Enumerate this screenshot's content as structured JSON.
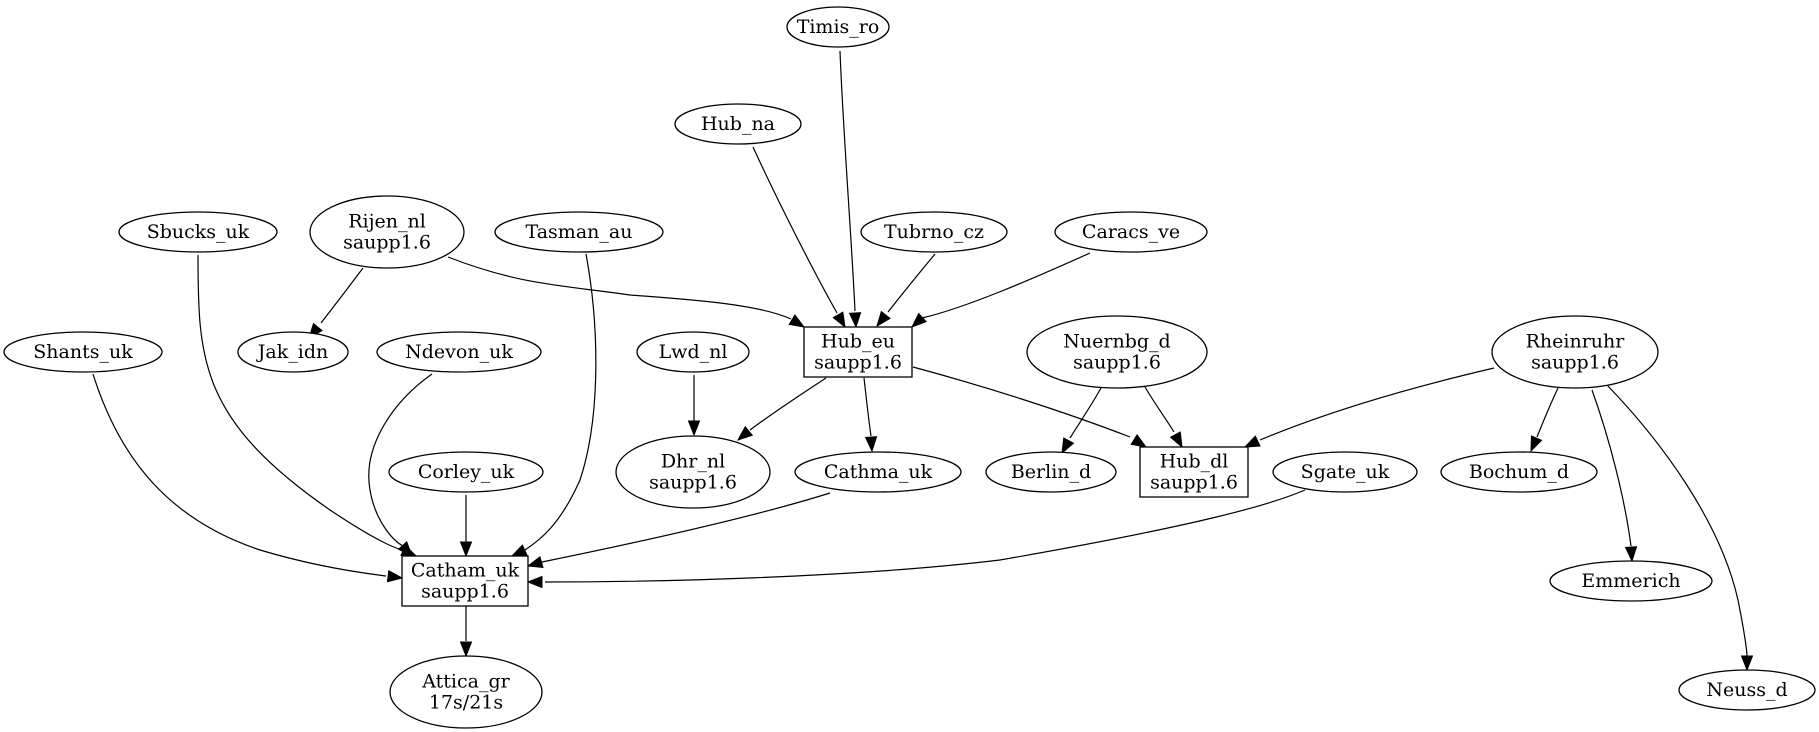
{
  "nodes": {
    "timis_ro": {
      "lines": [
        "Timis_ro"
      ]
    },
    "hub_na": {
      "lines": [
        "Hub_na"
      ]
    },
    "sbucks_uk": {
      "lines": [
        "Sbucks_uk"
      ]
    },
    "rijen_nl": {
      "lines": [
        "Rijen_nl",
        "saupp1.6"
      ]
    },
    "tasman_au": {
      "lines": [
        "Tasman_au"
      ]
    },
    "tubrno_cz": {
      "lines": [
        "Tubrno_cz"
      ]
    },
    "caracs_ve": {
      "lines": [
        "Caracs_ve"
      ]
    },
    "shants_uk": {
      "lines": [
        "Shants_uk"
      ]
    },
    "jak_idn": {
      "lines": [
        "Jak_idn"
      ]
    },
    "ndevon_uk": {
      "lines": [
        "Ndevon_uk"
      ]
    },
    "lwd_nl": {
      "lines": [
        "Lwd_nl"
      ]
    },
    "hub_eu": {
      "lines": [
        "Hub_eu",
        "saupp1.6"
      ]
    },
    "nuernbg_d": {
      "lines": [
        "Nuernbg_d",
        "saupp1.6"
      ]
    },
    "rheinruhr": {
      "lines": [
        "Rheinruhr",
        "saupp1.6"
      ]
    },
    "corley_uk": {
      "lines": [
        "Corley_uk"
      ]
    },
    "dhr_nl": {
      "lines": [
        "Dhr_nl",
        "saupp1.6"
      ]
    },
    "cathma_uk": {
      "lines": [
        "Cathma_uk"
      ]
    },
    "berlin_d": {
      "lines": [
        "Berlin_d"
      ]
    },
    "hub_dl": {
      "lines": [
        "Hub_dl",
        "saupp1.6"
      ]
    },
    "sgate_uk": {
      "lines": [
        "Sgate_uk"
      ]
    },
    "bochum_d": {
      "lines": [
        "Bochum_d"
      ]
    },
    "catham_uk": {
      "lines": [
        "Catham_uk",
        "saupp1.6"
      ]
    },
    "emmerich": {
      "lines": [
        "Emmerich"
      ]
    },
    "attica_gr": {
      "lines": [
        "Attica_gr",
        "17s/21s"
      ]
    },
    "neuss_d": {
      "lines": [
        "Neuss_d"
      ]
    }
  },
  "edges": [
    {
      "from": "timis_ro",
      "to": "hub_eu"
    },
    {
      "from": "hub_na",
      "to": "hub_eu"
    },
    {
      "from": "tubrno_cz",
      "to": "hub_eu"
    },
    {
      "from": "caracs_ve",
      "to": "hub_eu"
    },
    {
      "from": "rijen_nl",
      "to": "hub_eu"
    },
    {
      "from": "rijen_nl",
      "to": "jak_idn"
    },
    {
      "from": "sbucks_uk",
      "to": "catham_uk"
    },
    {
      "from": "tasman_au",
      "to": "catham_uk"
    },
    {
      "from": "shants_uk",
      "to": "catham_uk"
    },
    {
      "from": "ndevon_uk",
      "to": "catham_uk"
    },
    {
      "from": "corley_uk",
      "to": "catham_uk"
    },
    {
      "from": "cathma_uk",
      "to": "catham_uk"
    },
    {
      "from": "sgate_uk",
      "to": "catham_uk"
    },
    {
      "from": "lwd_nl",
      "to": "dhr_nl"
    },
    {
      "from": "hub_eu",
      "to": "dhr_nl"
    },
    {
      "from": "hub_eu",
      "to": "cathma_uk"
    },
    {
      "from": "hub_eu",
      "to": "hub_dl"
    },
    {
      "from": "nuernbg_d",
      "to": "berlin_d"
    },
    {
      "from": "nuernbg_d",
      "to": "hub_dl"
    },
    {
      "from": "rheinruhr",
      "to": "hub_dl"
    },
    {
      "from": "rheinruhr",
      "to": "bochum_d"
    },
    {
      "from": "rheinruhr",
      "to": "emmerich"
    },
    {
      "from": "rheinruhr",
      "to": "neuss_d"
    },
    {
      "from": "catham_uk",
      "to": "attica_gr"
    }
  ]
}
